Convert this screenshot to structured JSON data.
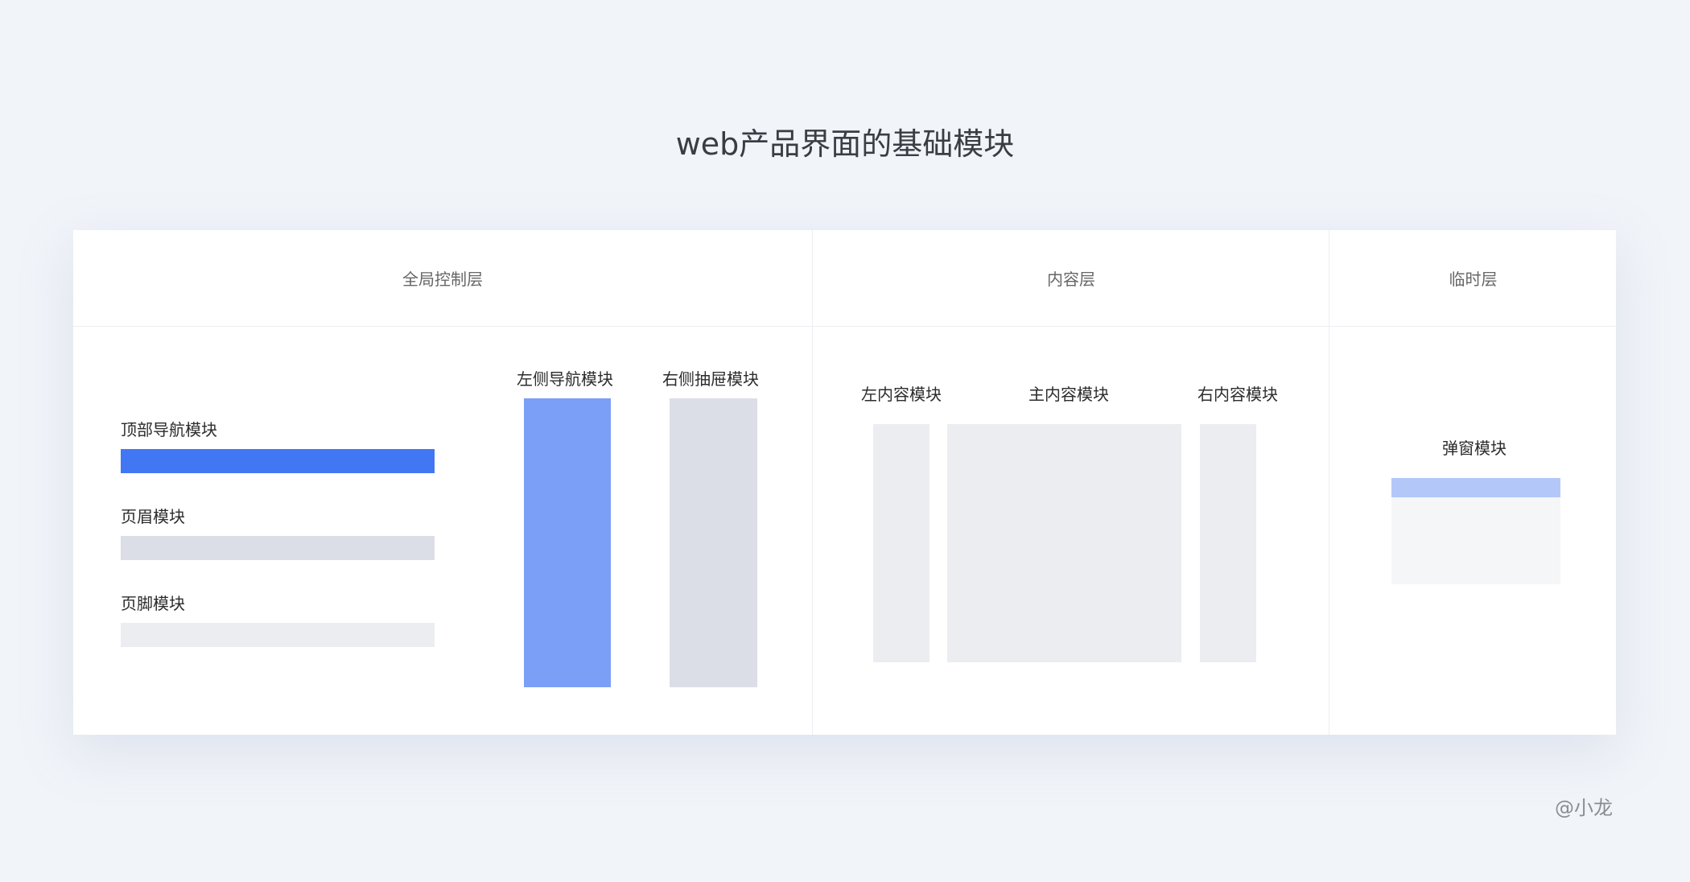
{
  "title": "web产品界面的基础模块",
  "watermark": "@小龙",
  "colors": {
    "primary_blue": "#4277f4",
    "light_blue": "#7b9ff6",
    "pale_blue": "#b3c8f9",
    "grey": "#dbdee6",
    "light_grey": "#ecedf1",
    "pale_grey": "#f5f6f8",
    "background": "#f1f4f9"
  },
  "layers": [
    {
      "name": "全局控制层",
      "modules": [
        {
          "label": "顶部导航模块"
        },
        {
          "label": "页眉模块"
        },
        {
          "label": "页脚模块"
        },
        {
          "label": "左侧导航模块"
        },
        {
          "label": "右侧抽屉模块"
        }
      ]
    },
    {
      "name": "内容层",
      "modules": [
        {
          "label": "左内容模块"
        },
        {
          "label": "主内容模块"
        },
        {
          "label": "右内容模块"
        }
      ]
    },
    {
      "name": "临时层",
      "modules": [
        {
          "label": "弹窗模块"
        }
      ]
    }
  ]
}
